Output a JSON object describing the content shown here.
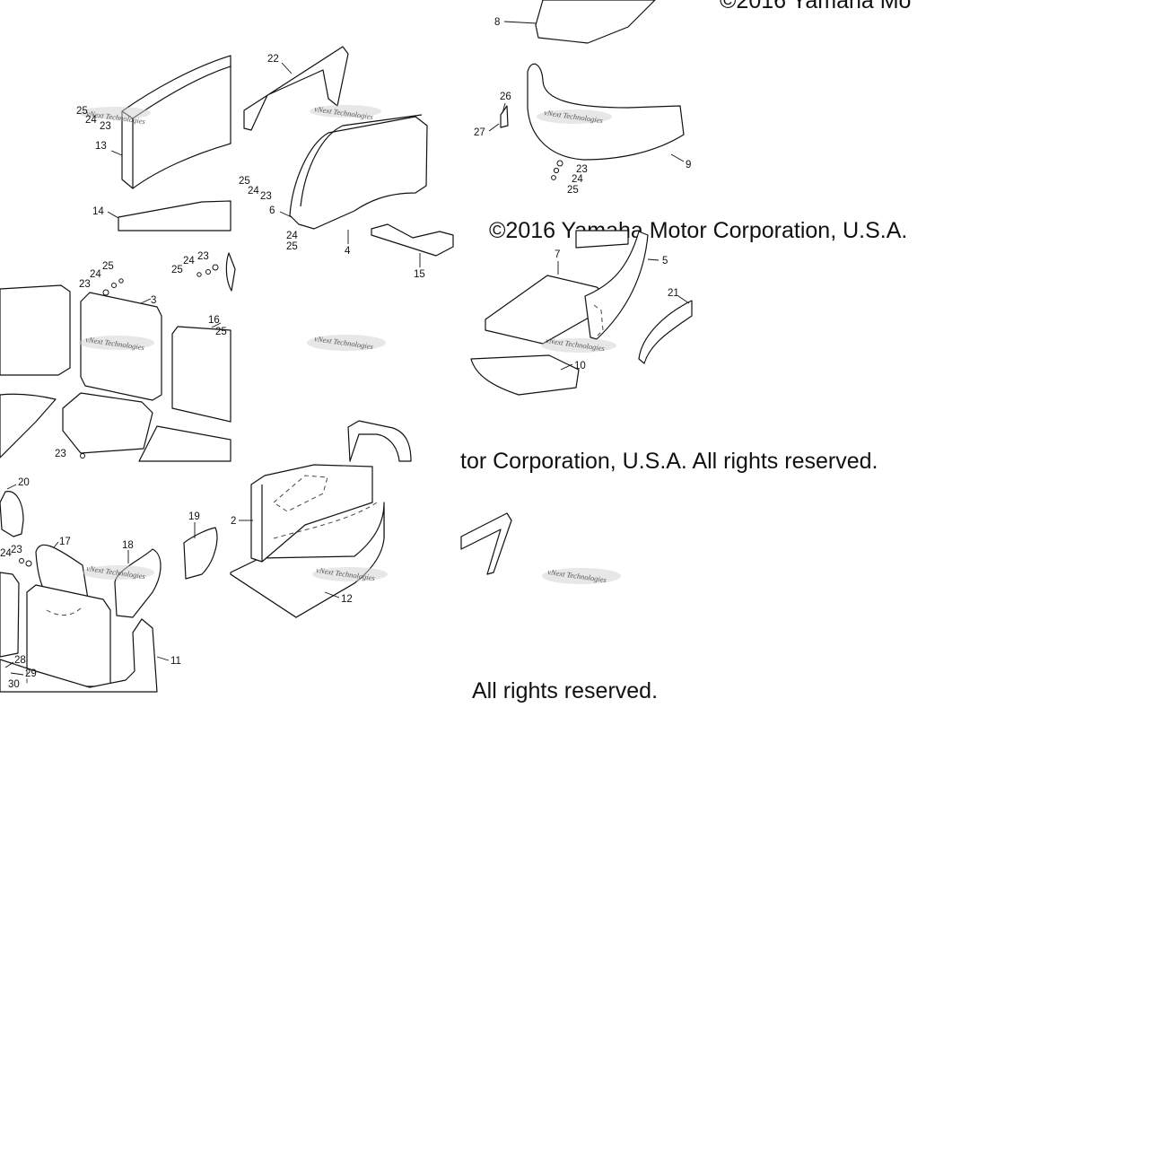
{
  "watermark": "vNext Technologies",
  "copyright_fragments": [
    "©2016 Yamaha Mo",
    "©2016 Yamaha Motor Corporation, U.S.A.",
    "tor Corporation, U.S.A. All rights reserved.",
    "All rights reserved."
  ],
  "callouts": [
    "2",
    "3",
    "4",
    "5",
    "6",
    "7",
    "8",
    "9",
    "10",
    "11",
    "12",
    "13",
    "14",
    "15",
    "16",
    "17",
    "18",
    "19",
    "20",
    "21",
    "22",
    "23",
    "24",
    "25",
    "26",
    "27",
    "28",
    "29",
    "30"
  ]
}
